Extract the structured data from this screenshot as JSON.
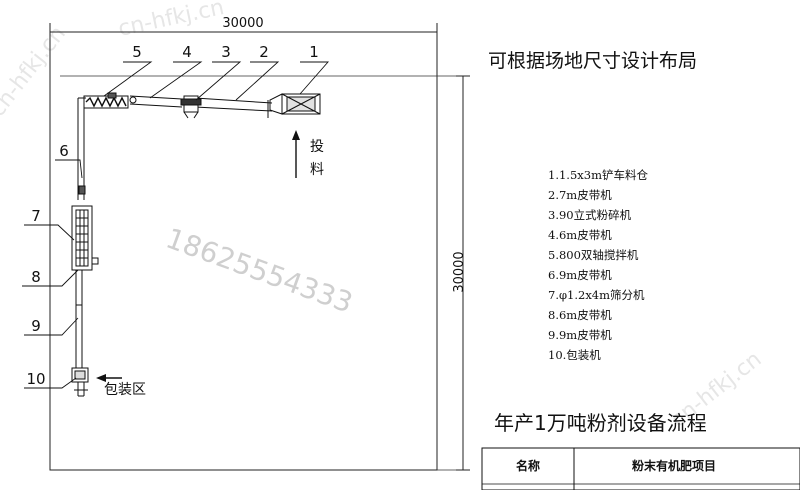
{
  "dimensions": {
    "width_label": "30000",
    "height_label": "30000"
  },
  "heading": "可根据场地尺寸设计布局",
  "feed_label": [
    "投",
    "料"
  ],
  "packing_area_label": "包装区",
  "callout_numbers": [
    "1",
    "2",
    "3",
    "4",
    "5",
    "6",
    "7",
    "8",
    "9",
    "10"
  ],
  "equipment_list": [
    "1.1.5x3m铲车料仓",
    "2.7m皮带机",
    "3.90立式粉碎机",
    "4.6m皮带机",
    "5.800双轴搅拌机",
    "6.9m皮带机",
    "7.φ1.2x4m筛分机",
    "8.6m皮带机",
    "9.9m皮带机",
    "10.包装机"
  ],
  "process_title": "年产1万吨粉剂设备流程",
  "info_table": {
    "name_label": "名称",
    "name_value": "粉末有机肥项目"
  },
  "watermark_phone": "18625554333",
  "watermark_logo": "cn-hfkj.cn"
}
